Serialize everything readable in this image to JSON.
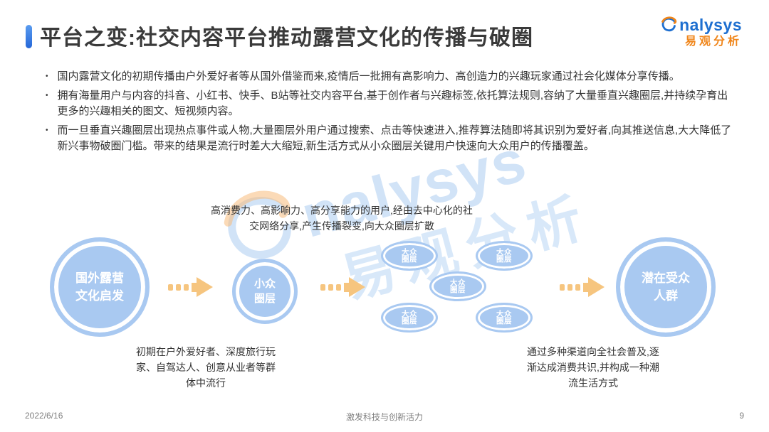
{
  "header": {
    "title": "平台之变:社交内容平台推动露营文化的传播与破圈",
    "logo": {
      "brand_en": "nalysys",
      "brand_cn": "易观分析"
    }
  },
  "bullets": [
    "国内露营文化的初期传播由户外爱好者等从国外借鉴而来,疫情后一批拥有高影响力、高创造力的兴趣玩家通过社会化媒体分享传播。",
    "拥有海量用户与内容的抖音、小红书、快手、B站等社交内容平台,基于创作者与兴趣标签,依托算法规则,容纳了大量垂直兴趣圈层,并持续孕育出更多的兴趣相关的图文、短视频内容。",
    "而一旦垂直兴趣圈层出现热点事件或人物,大量圈层外用户通过搜索、点击等快速进入,推荐算法随即将其识别为爱好者,向其推送信息,大大降低了新兴事物破圈门槛。带来的结果是流行时差大大缩短,新生活方式从小众圈层关键用户快速向大众用户的传播覆盖。"
  ],
  "diagram": {
    "top_note": "高消费力、高影响力、高分享能力的用户,经由去中心化的社交网络分享,产生传播裂变,向大众圈层扩散",
    "nodes": {
      "start": {
        "line1": "国外露营",
        "line2": "文化启发"
      },
      "niche": {
        "line1": "小众",
        "line2": "圈层"
      },
      "audience": {
        "line1": "潜在受众",
        "line2": "人群"
      }
    },
    "mass_nodes": [
      {
        "line1": "大众",
        "line2": "圈层"
      },
      {
        "line1": "大众",
        "line2": "圈层"
      },
      {
        "line1": "大众",
        "line2": "圈层"
      },
      {
        "line1": "大众",
        "line2": "圈层"
      },
      {
        "line1": "大众",
        "line2": "圈层"
      }
    ],
    "caption_left": "初期在户外爱好者、深度旅行玩家、自驾达人、创意从业者等群体中流行",
    "caption_right": "通过多种渠道向全社会普及,逐渐达成消费共识,并构成一种潮流生活方式"
  },
  "watermark": {
    "brand_en": "nalysys",
    "brand_cn": "易观分析"
  },
  "footer": {
    "date": "2022/6/16",
    "motto": "激发科技与创新活力",
    "page": "9"
  },
  "colors": {
    "accent_blue": "#3178E3",
    "bubble_blue": "#A9C9F1",
    "arrow_orange": "#F6C57F",
    "logo_blue": "#1E6FD0",
    "logo_orange": "#F08519",
    "title_text": "#3A3A3A",
    "body_text": "#333333",
    "footer_text": "#7F7F7F"
  }
}
